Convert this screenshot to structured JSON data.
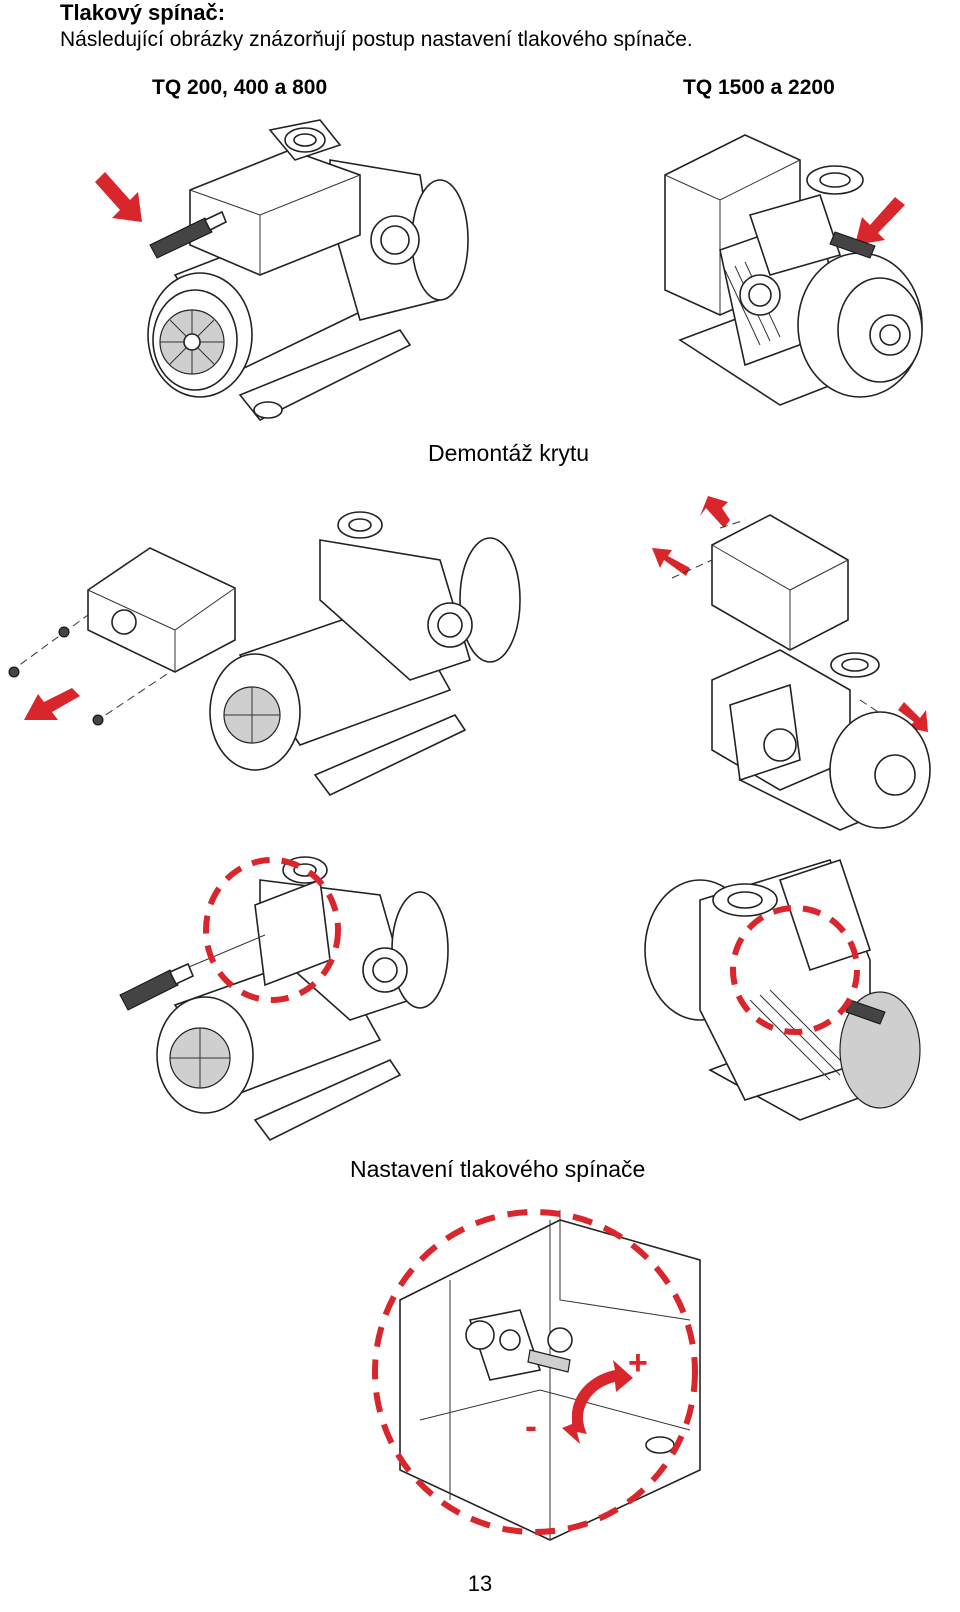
{
  "header": {
    "title": "Tlakový spínač:",
    "intro": "Následující obrázky znázorňují postup nastavení tlakového spínače."
  },
  "columns": {
    "left": "TQ 200, 400 a 800",
    "right": "TQ 1500 a 2200"
  },
  "captions": {
    "demontaz": "Demontáž krytu",
    "nastaveni": "Nastavení tlakového spínače"
  },
  "symbols": {
    "plus": "+",
    "minus": "-"
  },
  "colors": {
    "accent": "#d8262c"
  },
  "page": {
    "number": "13"
  }
}
